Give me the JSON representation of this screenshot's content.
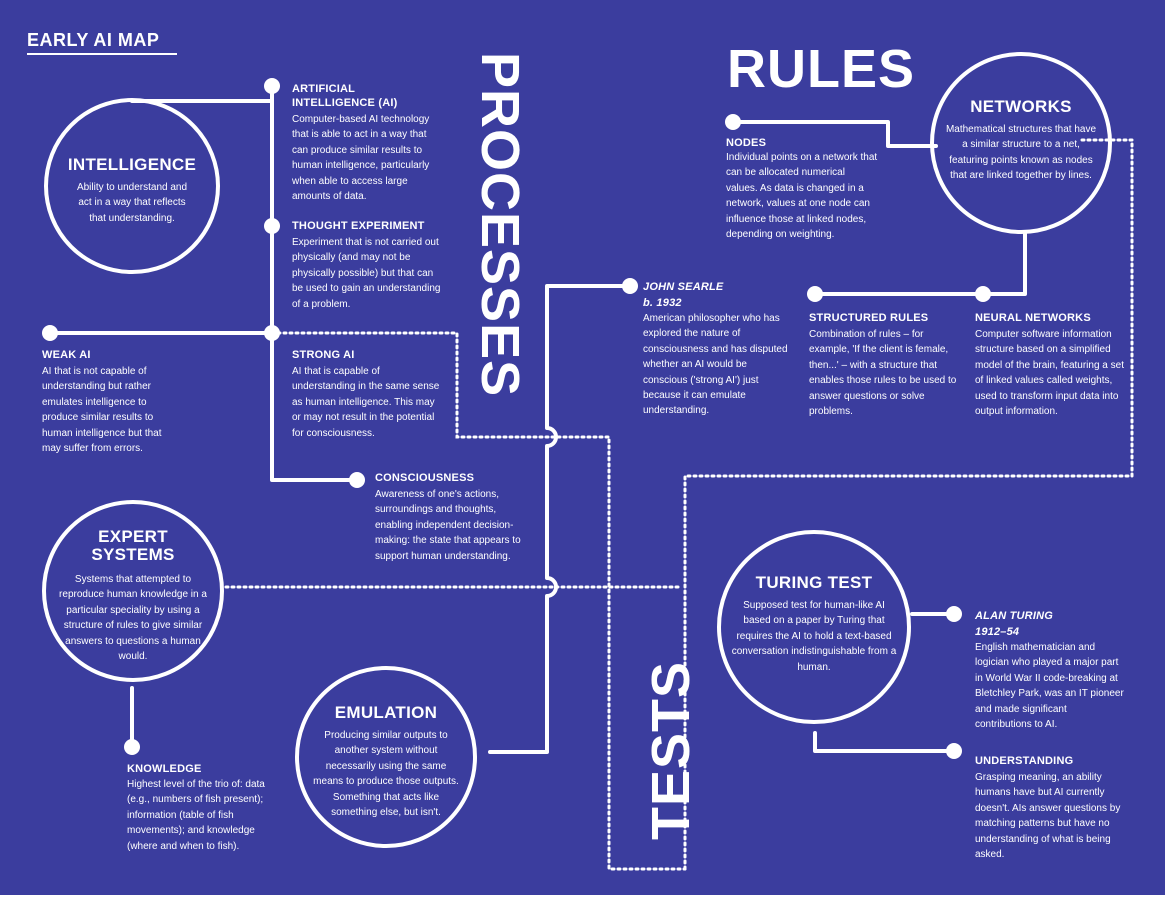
{
  "title": "EARLY AI MAP",
  "sections": {
    "processes": "PROCESSES",
    "rules": "RULES",
    "tests": "TESTS"
  },
  "circles": {
    "intelligence": {
      "title": "INTELLIGENCE",
      "desc": "Ability to understand and act in a way that reflects that understanding."
    },
    "expert_systems": {
      "title": "EXPERT SYSTEMS",
      "desc": "Systems that attempted to reproduce human knowledge in a particular speciality by using a structure of rules to give similar answers to questions a human would."
    },
    "emulation": {
      "title": "EMULATION",
      "desc": "Producing similar outputs to another system without necessarily using the same means to produce those outputs. Something that acts like something else, but isn't."
    },
    "networks": {
      "title": "NETWORKS",
      "desc": "Mathematical structures that have a similar structure to a net, featuring points known as nodes that are linked together by lines."
    },
    "turing_test": {
      "title": "TURING TEST",
      "desc": "Supposed test for human-like AI based on a paper by Turing that requires the AI to hold a text-based conversation indistinguishable from a human."
    }
  },
  "terms": {
    "artificial_intelligence": {
      "title": "ARTIFICIAL INTELLIGENCE (AI)",
      "desc": "Computer-based AI technology that is able to act in a way that can produce similar results to human intelligence, particularly when able to access large amounts of data."
    },
    "thought_experiment": {
      "title": "THOUGHT EXPERIMENT",
      "desc": "Experiment that is not carried out physically (and may not be physically possible) but that can be used to gain an understanding of a problem."
    },
    "strong_ai": {
      "title": "STRONG AI",
      "desc": "AI that is capable of understanding in the same sense as human intelligence. This may or may not result in the potential for consciousness."
    },
    "weak_ai": {
      "title": "WEAK AI",
      "desc": "AI that is not capable of understanding but rather emulates intelligence to produce similar results to human intelligence but that may suffer from errors."
    },
    "consciousness": {
      "title": "CONSCIOUSNESS",
      "desc": "Awareness of one's actions, surroundings and thoughts, enabling independent decision-making: the state that appears to support human understanding."
    },
    "knowledge": {
      "title": "KNOWLEDGE",
      "desc": "Highest level of the trio of: data (e.g., numbers of fish present); information (table of fish movements); and knowledge (where and when to fish)."
    },
    "john_searle": {
      "title": "JOHN SEARLE",
      "subtitle": "b. 1932",
      "desc": "American philosopher who has explored the nature of consciousness and has disputed whether an AI would be conscious ('strong AI') just because it can emulate understanding."
    },
    "nodes": {
      "title": "NODES",
      "desc": "Individual points on a network that can be allocated numerical values. As data is changed in a network, values at one node can influence those at linked nodes, depending on weighting."
    },
    "structured_rules": {
      "title": "STRUCTURED RULES",
      "desc": "Combination of rules – for example, 'If the client is female, then...' – with a structure that enables those rules to be used to answer questions or solve problems."
    },
    "neural_networks": {
      "title": "NEURAL NETWORKS",
      "desc": "Computer software information structure based on a simplified model of the brain, featuring a set of linked values called weights, used to transform input data into output information."
    },
    "alan_turing": {
      "title": "ALAN TURING",
      "subtitle": "1912–54",
      "desc": "English mathematician and logician who played a major part in World War II code-breaking at Bletchley Park, was an IT pioneer and made significant contributions to AI."
    },
    "understanding": {
      "title": "UNDERSTANDING",
      "desc": "Grasping meaning, an ability humans have but AI currently doesn't. AIs answer questions by matching patterns but have no understanding of what is being asked."
    }
  },
  "colors": {
    "background": "#3b3d9e",
    "foreground": "#ffffff"
  }
}
